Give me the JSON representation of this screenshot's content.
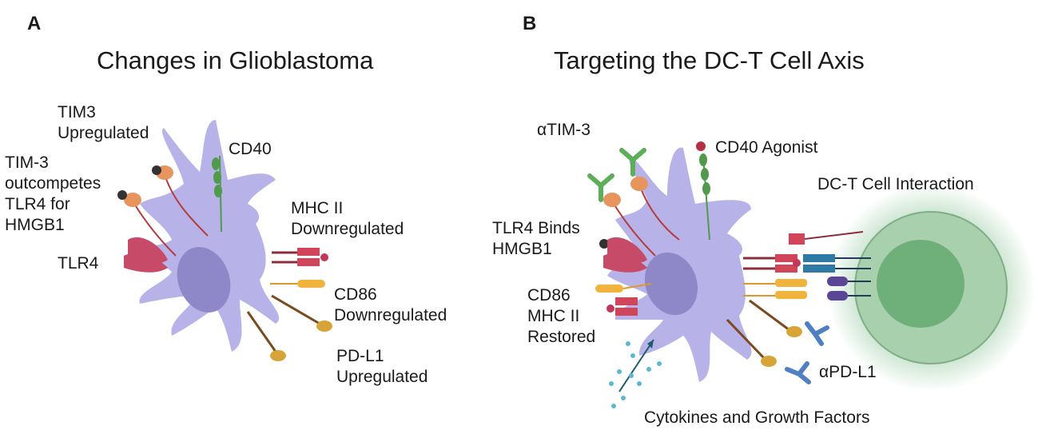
{
  "panel_a": {
    "letter": "A",
    "title": "Changes in Glioblastoma",
    "labels": {
      "tim3_up": [
        "TIM3",
        "Upregulated"
      ],
      "tim3_outcompetes": [
        "TIM-3",
        "outcompetes",
        "TLR4  for",
        "HMGB1"
      ],
      "tlr4": "TLR4",
      "cd40": "CD40",
      "mhc2": [
        "MHC II",
        "Downregulated"
      ],
      "cd86": [
        "CD86",
        "Downregulated"
      ],
      "pdl1": [
        "PD-L1",
        "Upregulated"
      ]
    }
  },
  "panel_b": {
    "letter": "B",
    "title": "Targeting the DC-T Cell Axis",
    "labels": {
      "atim3": "αTIM-3",
      "cd40_agonist": "CD40 Agonist",
      "dc_t": "DC-T Cell Interaction",
      "tlr4_binds": [
        "TLR4  Binds",
        "HMGB1"
      ],
      "restored": [
        "CD86",
        "MHC II",
        "Restored"
      ],
      "apdl1": "αPD-L1",
      "cytokines": "Cytokines and Growth Factors"
    }
  },
  "colors": {
    "cell": "#b7b3e8",
    "nucleus": "#8e88c9",
    "tim3": "#e7955c",
    "tlr4": "#c84a69",
    "cd40": "#4f9a4b",
    "mhc": "#d1455a",
    "cd86": "#f0b33c",
    "pdl1": "#d7a437",
    "antibody_tim3": "#5cae58",
    "antibody_pdl1": "#4f80c4",
    "tcr": "#2d7aa6",
    "tcell": "#7dbd8a"
  }
}
